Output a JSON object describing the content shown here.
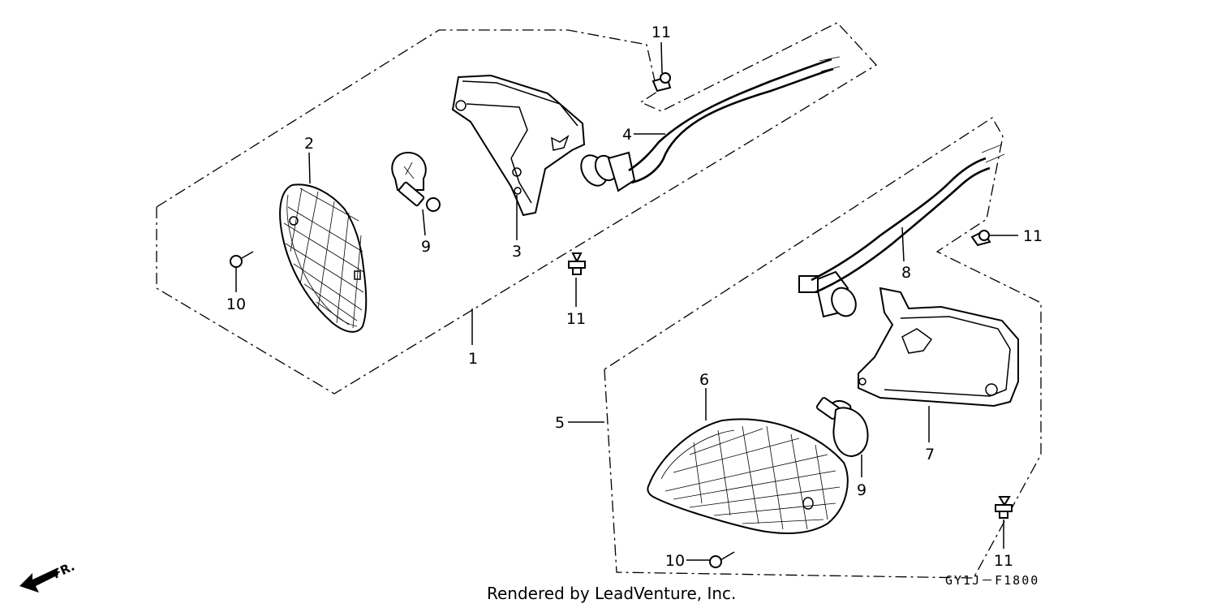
{
  "diagram": {
    "callouts": {
      "p1": "1",
      "p2": "2",
      "p3": "3",
      "p4": "4",
      "p5": "5",
      "p6": "6",
      "p7": "7",
      "p8": "8",
      "p9a": "9",
      "p9b": "9",
      "p10a": "10",
      "p10b": "10",
      "p11a": "11",
      "p11b": "11",
      "p11c": "11",
      "p11d": "11"
    },
    "diagram_code": "GY1J－F1800",
    "credit": "Rendered by LeadVenture, Inc.",
    "front_marker": "FR."
  }
}
